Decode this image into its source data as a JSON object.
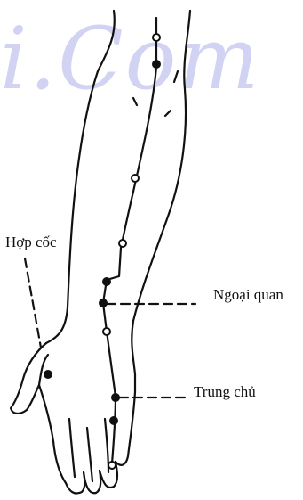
{
  "watermark": "i.Com",
  "labels": {
    "hop_coc": "Hợp cốc",
    "ngoai_quan": "Ngoại quan",
    "trung_chu": "Trung chủ"
  },
  "colors": {
    "ink": "#111111",
    "watermark": "#d2d3f3",
    "background": "#ffffff"
  }
}
